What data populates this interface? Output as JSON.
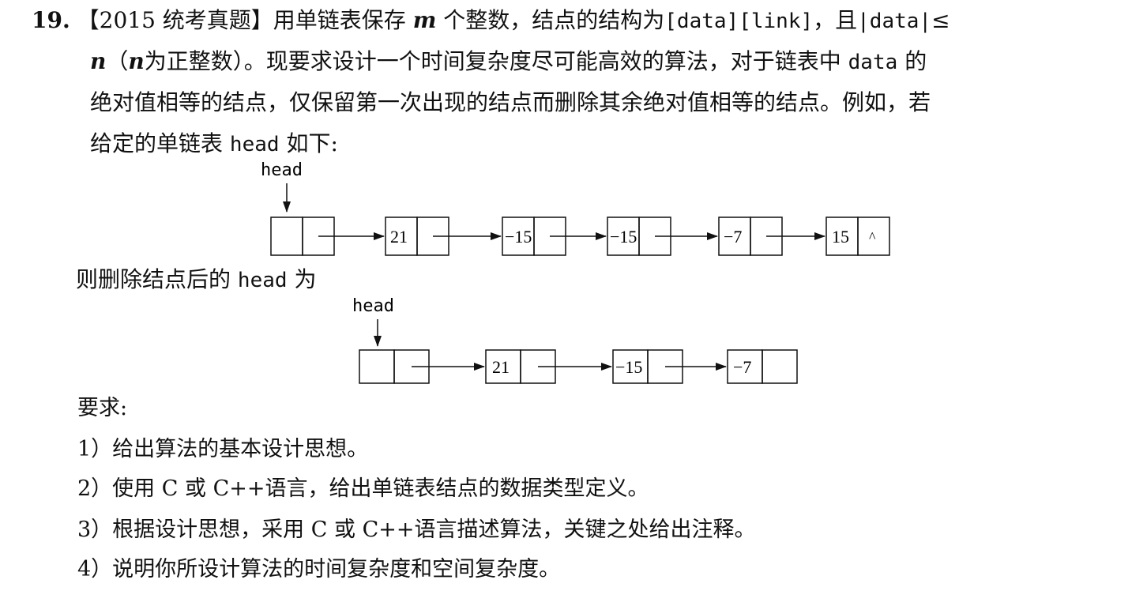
{
  "question": {
    "number": "19.",
    "tag": "【2015 统考真题】",
    "line1_a": "用单链表保存",
    "var_m": "m",
    "line1_b": "个整数，结点的结构为",
    "code_struct": "[data][link]",
    "line1_c": "，且",
    "code_absdata": "|data|",
    "leq": "≤",
    "var_n": "n",
    "line2_a": "（",
    "line2_b": "为正整数）。现要求设计一个时间复杂度尽可能高效的算法，对于链表中",
    "code_data": "data",
    "line2_c": "的",
    "line3": "绝对值相等的结点，仅保留第一次出现的结点而删除其余绝对值相等的结点。例如，若",
    "line4_a": "给定的单链表",
    "code_head": "head",
    "line4_b": "如下:"
  },
  "list1": {
    "head_label": "head",
    "nodes": [
      "21",
      "−15",
      "−15",
      "−7",
      "15"
    ],
    "null_mark": "^"
  },
  "after_text_a": "则删除结点后的",
  "after_code": "head",
  "after_text_b": "为",
  "list2": {
    "head_label": "head",
    "nodes": [
      "21",
      "−15",
      "−7"
    ]
  },
  "requirements": {
    "title": "要求:",
    "items": [
      "1）给出算法的基本设计思想。",
      "2）使用 C 或 C++语言，给出单链表结点的数据类型定义。",
      "3）根据设计思想，采用 C 或 C++语言描述算法，关键之处给出注释。",
      "4）说明你所设计算法的时间复杂度和空间复杂度。"
    ]
  }
}
